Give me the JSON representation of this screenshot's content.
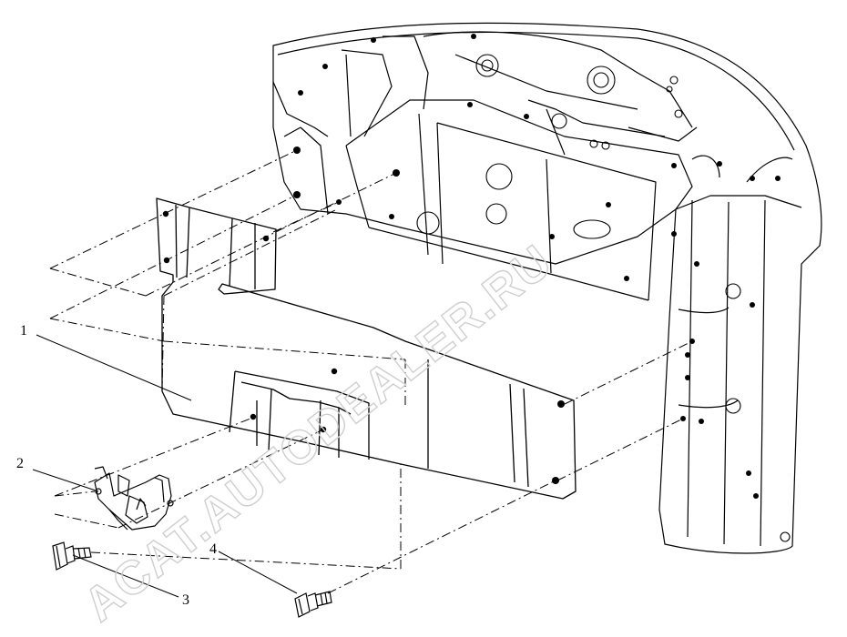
{
  "diagram": {
    "callouts": [
      {
        "id": "1",
        "label": "1"
      },
      {
        "id": "2",
        "label": "2"
      },
      {
        "id": "3",
        "label": "3"
      },
      {
        "id": "4",
        "label": "4"
      }
    ],
    "watermark": "ACAT.AUTODEALER.RU",
    "colors": {
      "line": "#000000",
      "watermark": "#cfcfcf",
      "background": "#ffffff"
    }
  }
}
